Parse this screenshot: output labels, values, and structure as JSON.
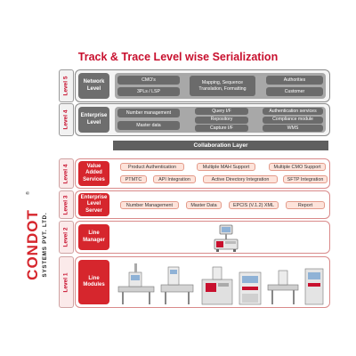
{
  "title": "Track & Trace Level wise Serialization",
  "collaboration_layer": "Collaboration Layer",
  "logo": {
    "name": "CONDOT",
    "reg": "®",
    "sub": "SYSTEMS PVT. LTD."
  },
  "upper": [
    {
      "level": "Level 5",
      "category": [
        "Network",
        "Level"
      ],
      "groups": [
        [
          "CMO's",
          "3PLs / LSP"
        ],
        [
          "Mapping, Sequence Translation, Formatting"
        ],
        [
          "Authorities",
          "Customer"
        ]
      ]
    },
    {
      "level": "Level 4",
      "category": [
        "Enterprise",
        "Level"
      ],
      "groups": [
        [
          "Number management",
          "Master data"
        ],
        [
          "Query  I/F",
          "Repository",
          "Capture I/F"
        ],
        [
          "Authentication services",
          "Compliance module",
          "WMS"
        ]
      ]
    }
  ],
  "lower": [
    {
      "level": "Level 4",
      "category": [
        "Value",
        "Added",
        "Services"
      ],
      "items_row1": [
        "Product Authentication",
        "Multiple MAH Support",
        "Multiple CMO Support"
      ],
      "items_row2": [
        "PTMTC",
        "API Integration",
        "Active Directory Integration",
        "SFTP Integration"
      ]
    },
    {
      "level": "Level 3",
      "category": [
        "Enterprise",
        "Level",
        "Server"
      ],
      "items": [
        "Number Management",
        "Master Data",
        "EPCIS (V.1.2) XML",
        "Report"
      ]
    },
    {
      "level": "Level 2",
      "category": [
        "Line",
        "Manager"
      ]
    },
    {
      "level": "Level 1",
      "category": [
        "Line",
        "Modules"
      ]
    }
  ]
}
